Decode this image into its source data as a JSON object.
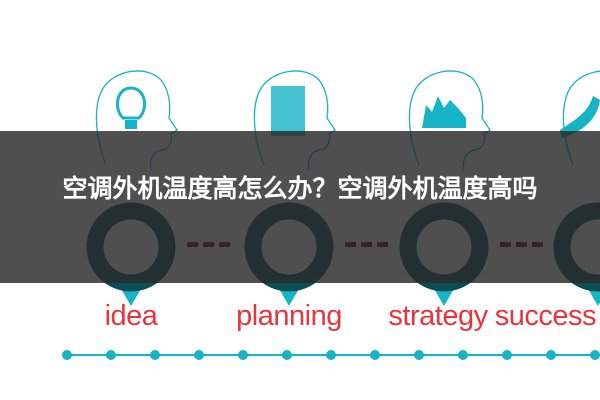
{
  "labels": [
    "idea",
    "planning",
    "strategy",
    "success"
  ],
  "title": "空调外机温度高怎么办？空调外机温度高吗",
  "icons": [
    "lightbulb-icon",
    "document-chart-icon",
    "chess-pieces-icon",
    "hand-icon"
  ],
  "colors": {
    "accent": "#17b3c6",
    "ring": "#0b4d55",
    "label": "#e8343c",
    "dash": "#8a0f10"
  },
  "timeline_dots": 13
}
